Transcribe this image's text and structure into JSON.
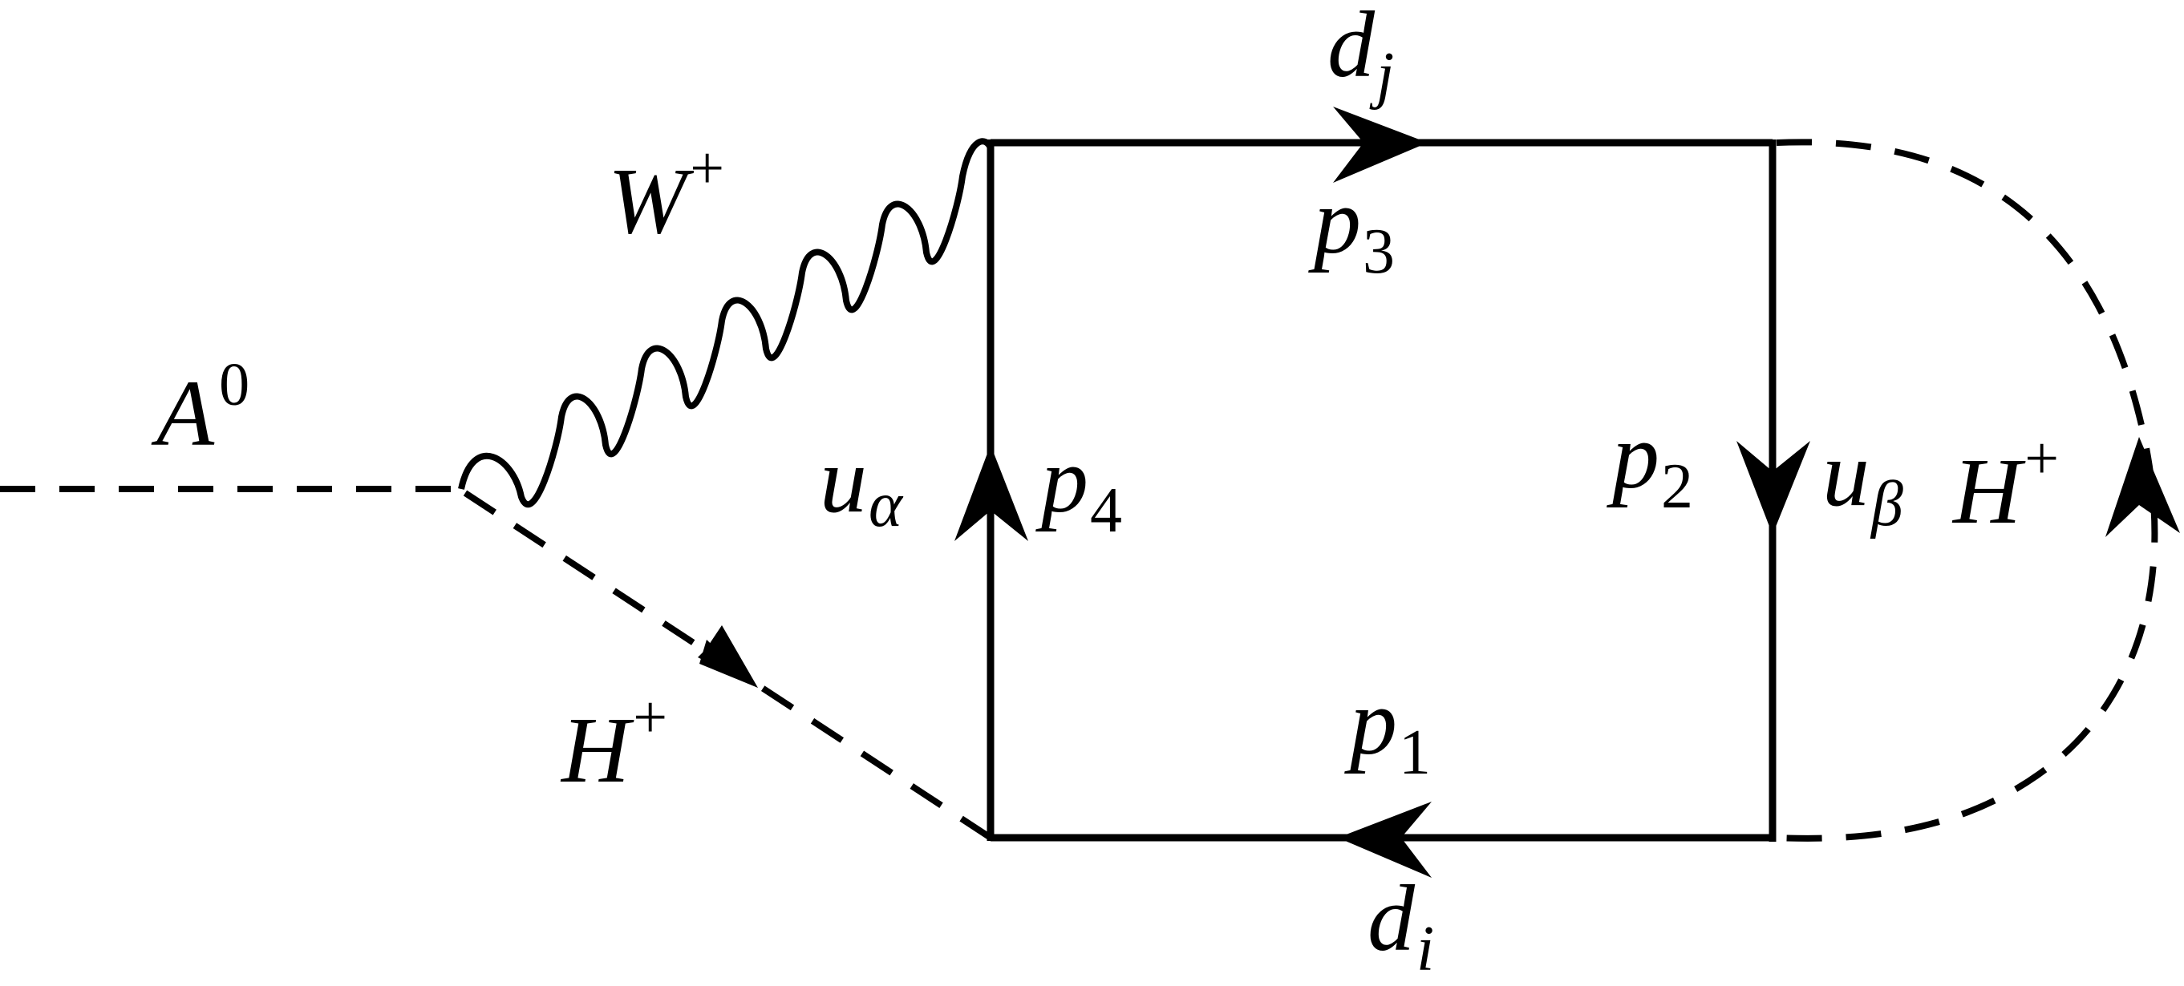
{
  "labels": {
    "A0": {
      "base": "A",
      "sup": "0"
    },
    "W_plus": {
      "base": "W",
      "sup": "+"
    },
    "H_plus_left": {
      "base": "H",
      "sup": "+"
    },
    "H_plus_right": {
      "base": "H",
      "sup": "+"
    },
    "d_j": {
      "base": "d",
      "sub": "j"
    },
    "d_i": {
      "base": "d",
      "sub": "i"
    },
    "p1": {
      "base": "p",
      "sub": "1"
    },
    "p2": {
      "base": "p",
      "sub": "2"
    },
    "p3": {
      "base": "p",
      "sub": "3"
    },
    "p4": {
      "base": "p",
      "sub": "4"
    },
    "u_alpha": {
      "base": "u",
      "sub": "α"
    },
    "u_beta": {
      "base": "u",
      "sub": "β"
    }
  }
}
